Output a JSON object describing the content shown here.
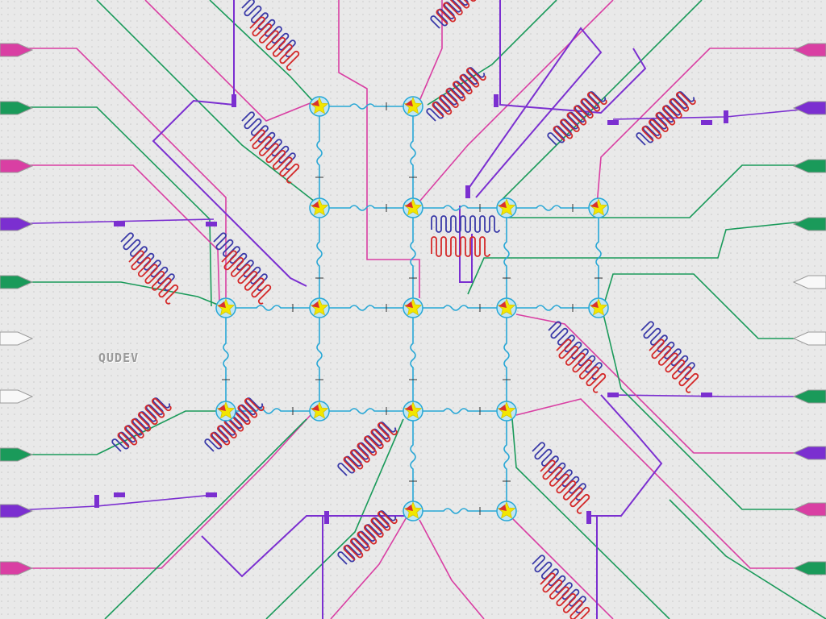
{
  "image": {
    "description_free": true
  },
  "logo": {
    "text": "QUDEV"
  },
  "colors": {
    "substrate": "#e9e9e9",
    "grid_dots": "#c8c8c8",
    "readout_line": "#7b2fd0",
    "drive_line": "#d93fa3",
    "flux_line": "#1a9a5a",
    "coupler_bus": "#27a7d6",
    "resonator_readout": "#3a3aa8",
    "resonator_purcell": "#d42a2a",
    "qubit_star": "#f2e600",
    "qubit_ring": "#27a7d6",
    "pad_gray": "#d8d8d8",
    "pad_white": "#f8f8f8"
  },
  "qubits": [
    {
      "id": "q1"
    },
    {
      "id": "q2"
    },
    {
      "id": "q3"
    },
    {
      "id": "q4"
    },
    {
      "id": "q5"
    },
    {
      "id": "q6"
    },
    {
      "id": "q7"
    },
    {
      "id": "q8"
    },
    {
      "id": "q9"
    },
    {
      "id": "q10"
    },
    {
      "id": "q11"
    },
    {
      "id": "q12"
    },
    {
      "id": "q13"
    },
    {
      "id": "q14"
    },
    {
      "id": "q15"
    },
    {
      "id": "q16"
    },
    {
      "id": "q17"
    }
  ],
  "pads": {
    "left": [
      "magenta",
      "green",
      "magenta",
      "purple",
      "green",
      "white",
      "white",
      "green",
      "purple",
      "magenta"
    ],
    "right": [
      "magenta",
      "purple",
      "green",
      "green",
      "white",
      "white",
      "green",
      "purple",
      "magenta",
      "green",
      "magenta"
    ]
  }
}
